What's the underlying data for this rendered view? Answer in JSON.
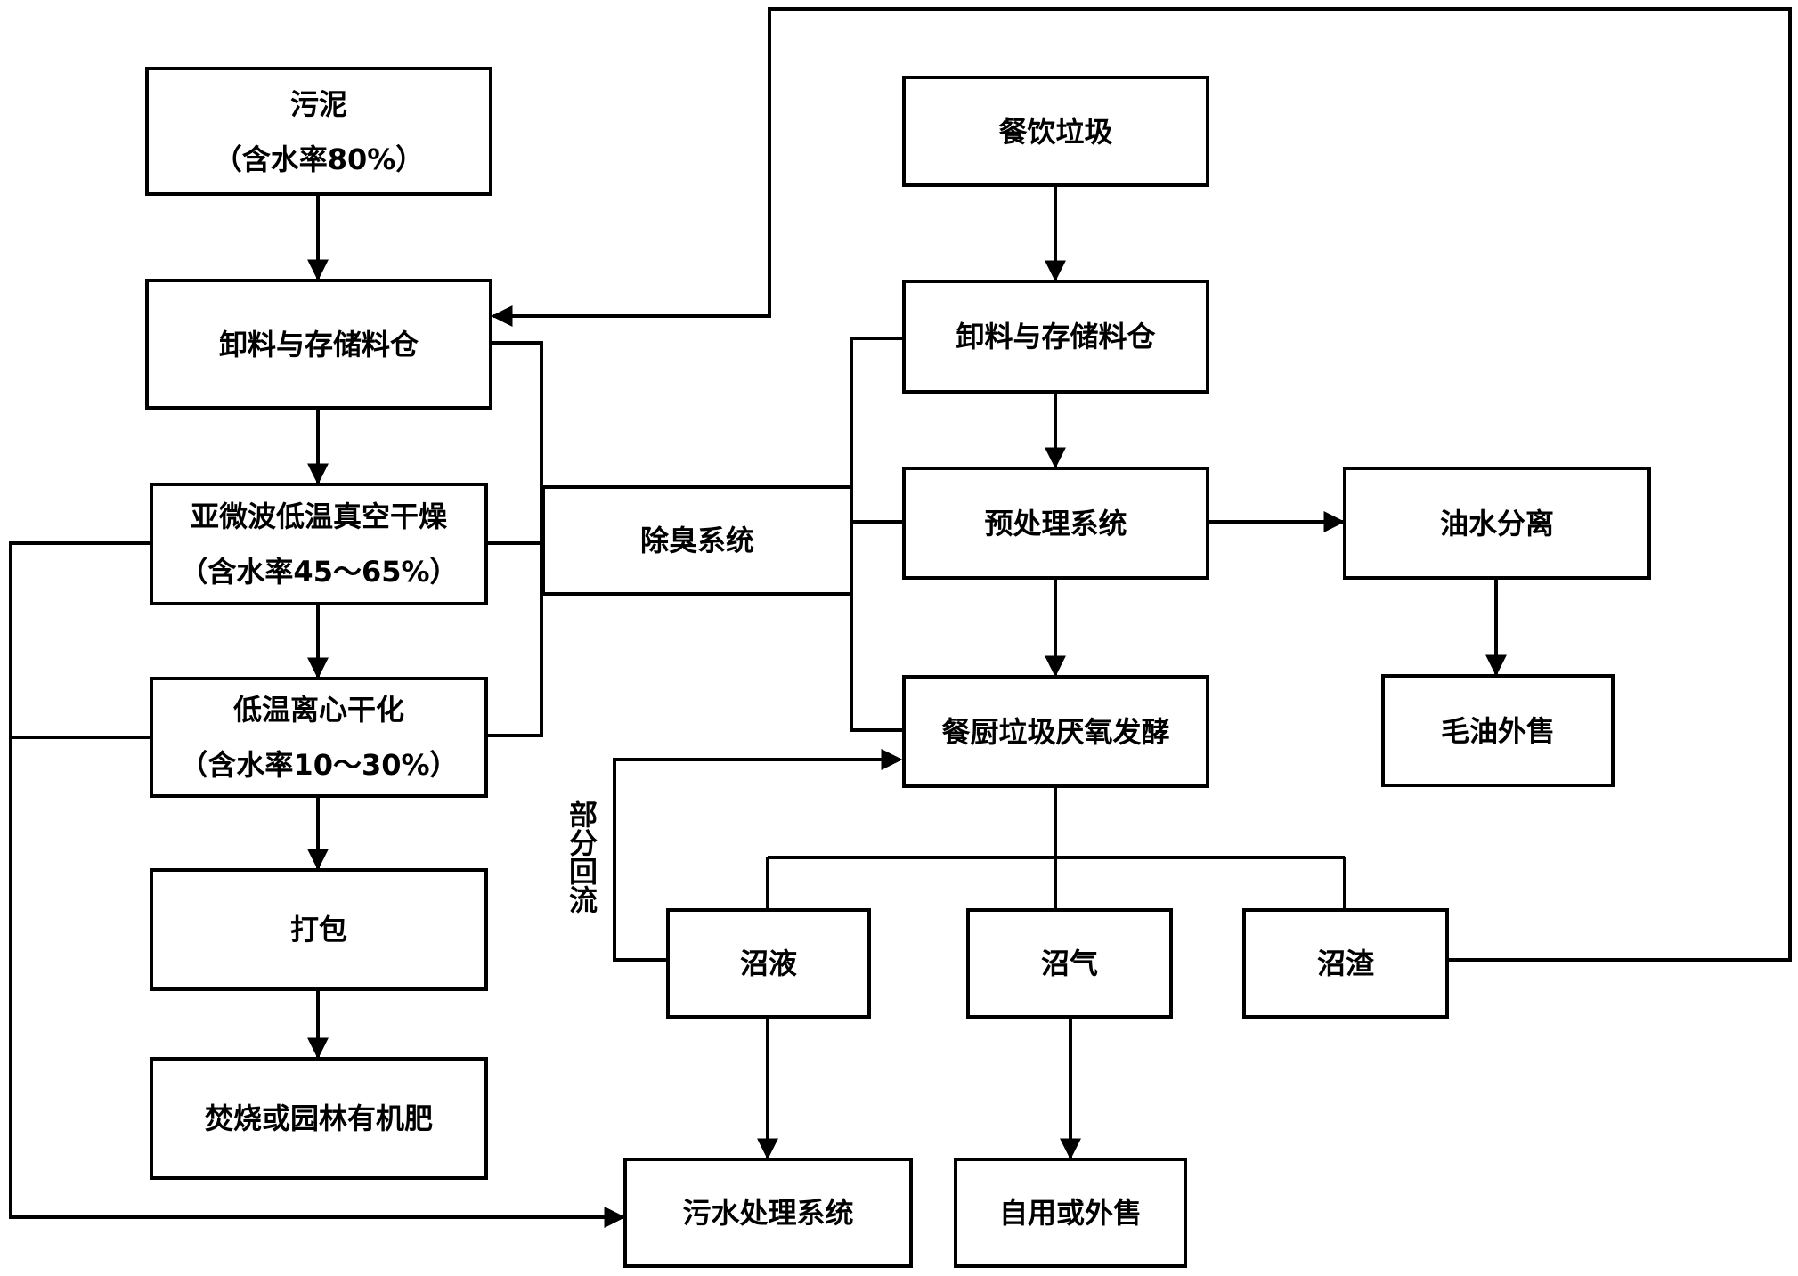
{
  "nodes": {
    "sludge": {
      "line1": "污泥",
      "line2": "（含水率80%）"
    },
    "sludge_storage": {
      "label": "卸料与存储料仓"
    },
    "microwave_drying": {
      "line1": "亚微波低温真空干燥",
      "line2": "（含水率45～65%）"
    },
    "centrifugal_drying": {
      "line1": "低温离心干化",
      "line2": "（含水率10～30%）"
    },
    "packing": {
      "label": "打包"
    },
    "incineration": {
      "label": "焚烧或园林有机肥"
    },
    "deodorization": {
      "label": "除臭系统"
    },
    "food_waste": {
      "label": "餐饮垃圾"
    },
    "food_storage": {
      "label": "卸料与存储料仓"
    },
    "pretreatment": {
      "label": "预处理系统"
    },
    "oil_water_separation": {
      "label": "油水分离"
    },
    "crude_oil_sale": {
      "label": "毛油外售"
    },
    "anaerobic_fermentation": {
      "label": "餐厨垃圾厌氧发酵"
    },
    "biogas_slurry": {
      "label": "沼液"
    },
    "biogas": {
      "label": "沼气"
    },
    "biogas_residue": {
      "label": "沼渣"
    },
    "wastewater_treatment": {
      "label": "污水处理系统"
    },
    "self_use_or_sale": {
      "label": "自用或外售"
    }
  },
  "edge_labels": {
    "partial_reflux": "部分回流"
  },
  "colors": {
    "line": "#000000",
    "box_border": "#000000",
    "background": "#ffffff"
  }
}
